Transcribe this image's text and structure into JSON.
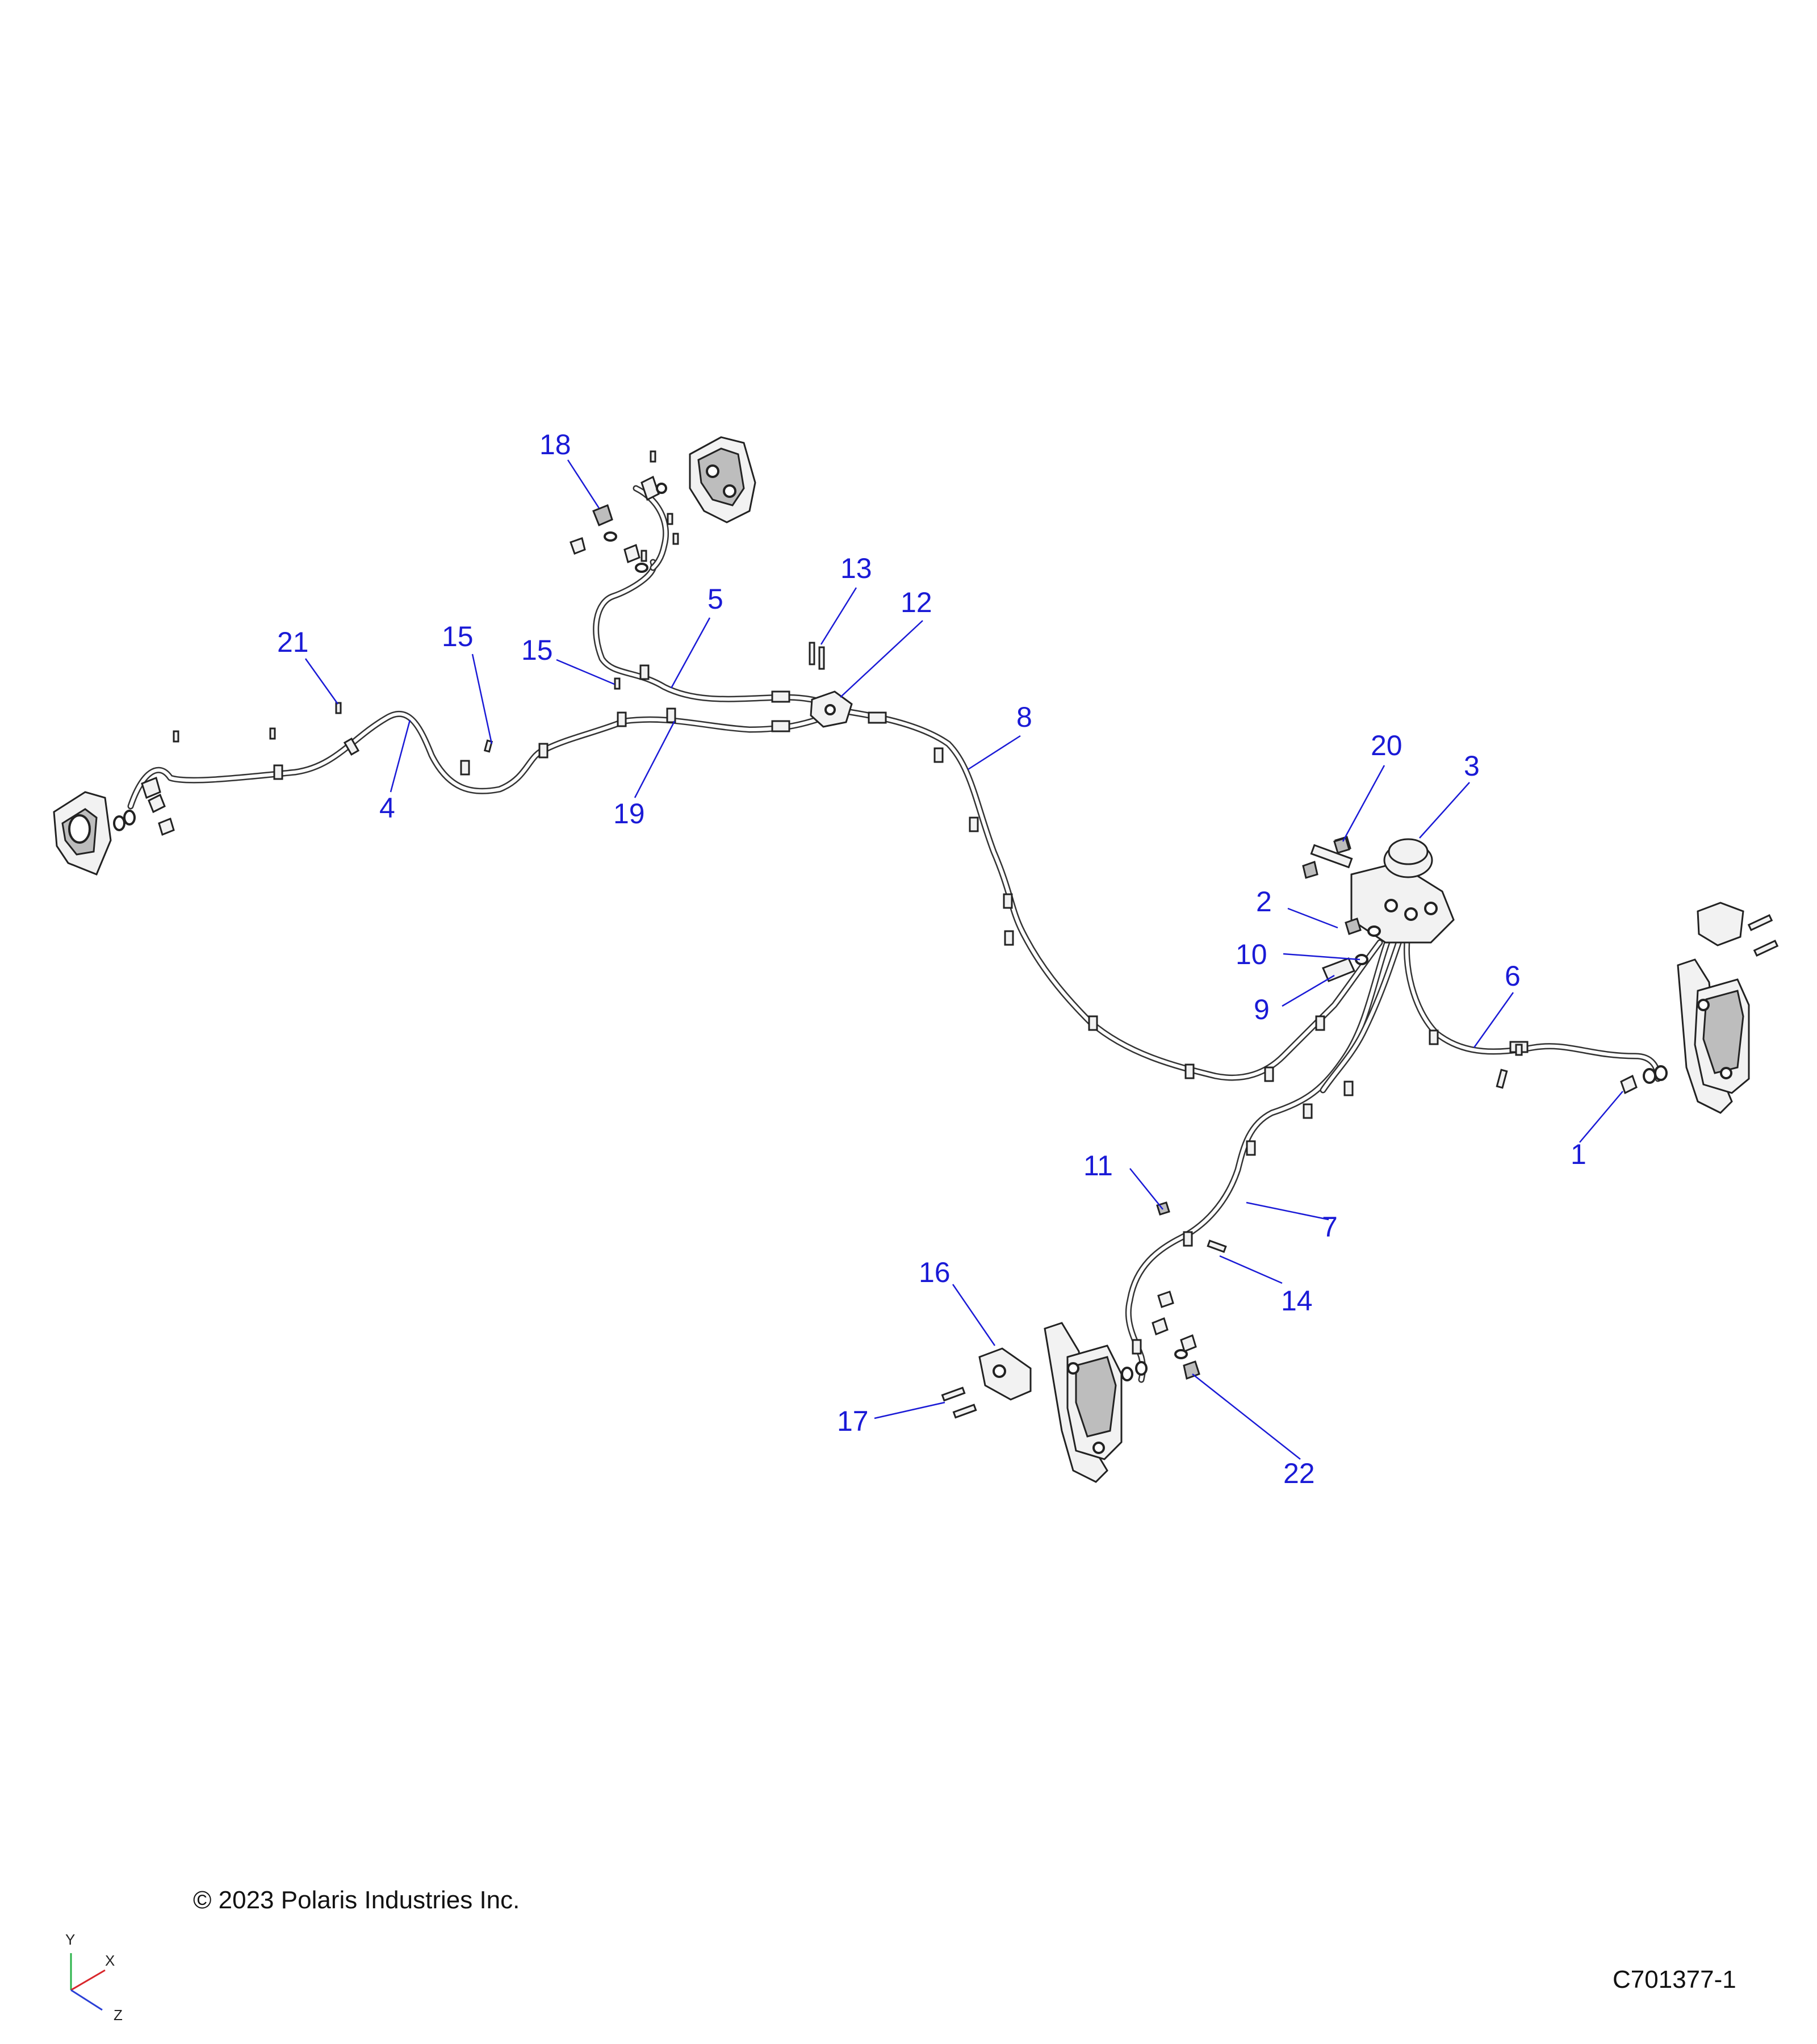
{
  "copyright": "© 2023 Polaris Industries Inc.",
  "drawing_number": "C701377-1",
  "axes": {
    "y": "Y",
    "x": "X",
    "z": "Z"
  },
  "callouts": [
    "1",
    "2",
    "3",
    "4",
    "5",
    "6",
    "7",
    "8",
    "9",
    "10",
    "11",
    "12",
    "13",
    "14",
    "15",
    "15",
    "16",
    "17",
    "18",
    "19",
    "20",
    "21",
    "22"
  ],
  "colors": {
    "callout": "#1a1ad6",
    "line": "#222222",
    "background": "#ffffff"
  }
}
